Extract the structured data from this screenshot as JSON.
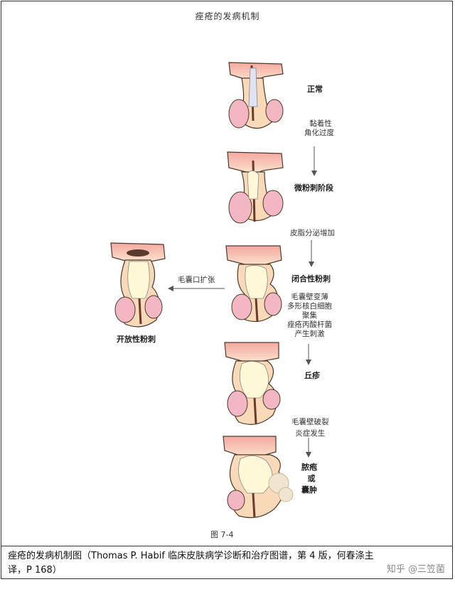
{
  "figure": {
    "title": "痤疮的发病机制",
    "number": "图 7-4"
  },
  "stages": {
    "normal": "正常",
    "microcomedone": "微粉刺阶段",
    "closed_comedone": "闭合性粉刺",
    "open_comedone": "开放性粉刺",
    "papule": "丘疹",
    "pustule_or_cyst": [
      "脓疱",
      "或",
      "囊肿"
    ]
  },
  "processes": {
    "hyperkeratinization": [
      "黏着性",
      "角化过度"
    ],
    "sebum_increase": "皮脂分泌增加",
    "orifice_dilation": "毛囊口扩张",
    "wall_changes": [
      "毛囊壁变薄",
      "多形核白细胞",
      "聚集",
      "痤疮丙酸杆菌",
      "产生刺激"
    ],
    "rupture": [
      "毛囊壁破裂",
      "炎症发生"
    ]
  },
  "caption": {
    "text": "痤疮的发病机制图（Thomas P. Habif 临床皮肤病学诊断和治疗图谱，第 4 版，何春涤主译，P 168）"
  },
  "watermark": {
    "text": "知乎 @三笠菌"
  },
  "colors": {
    "skin": "#f8d9b8",
    "skin_top": "#f5c9b8",
    "gland": "#f2b7c3",
    "hair": "#6b3a2a",
    "plug": "#fff8d6",
    "outline": "#4a3a2a",
    "inflammation": "#f0b0a0"
  }
}
